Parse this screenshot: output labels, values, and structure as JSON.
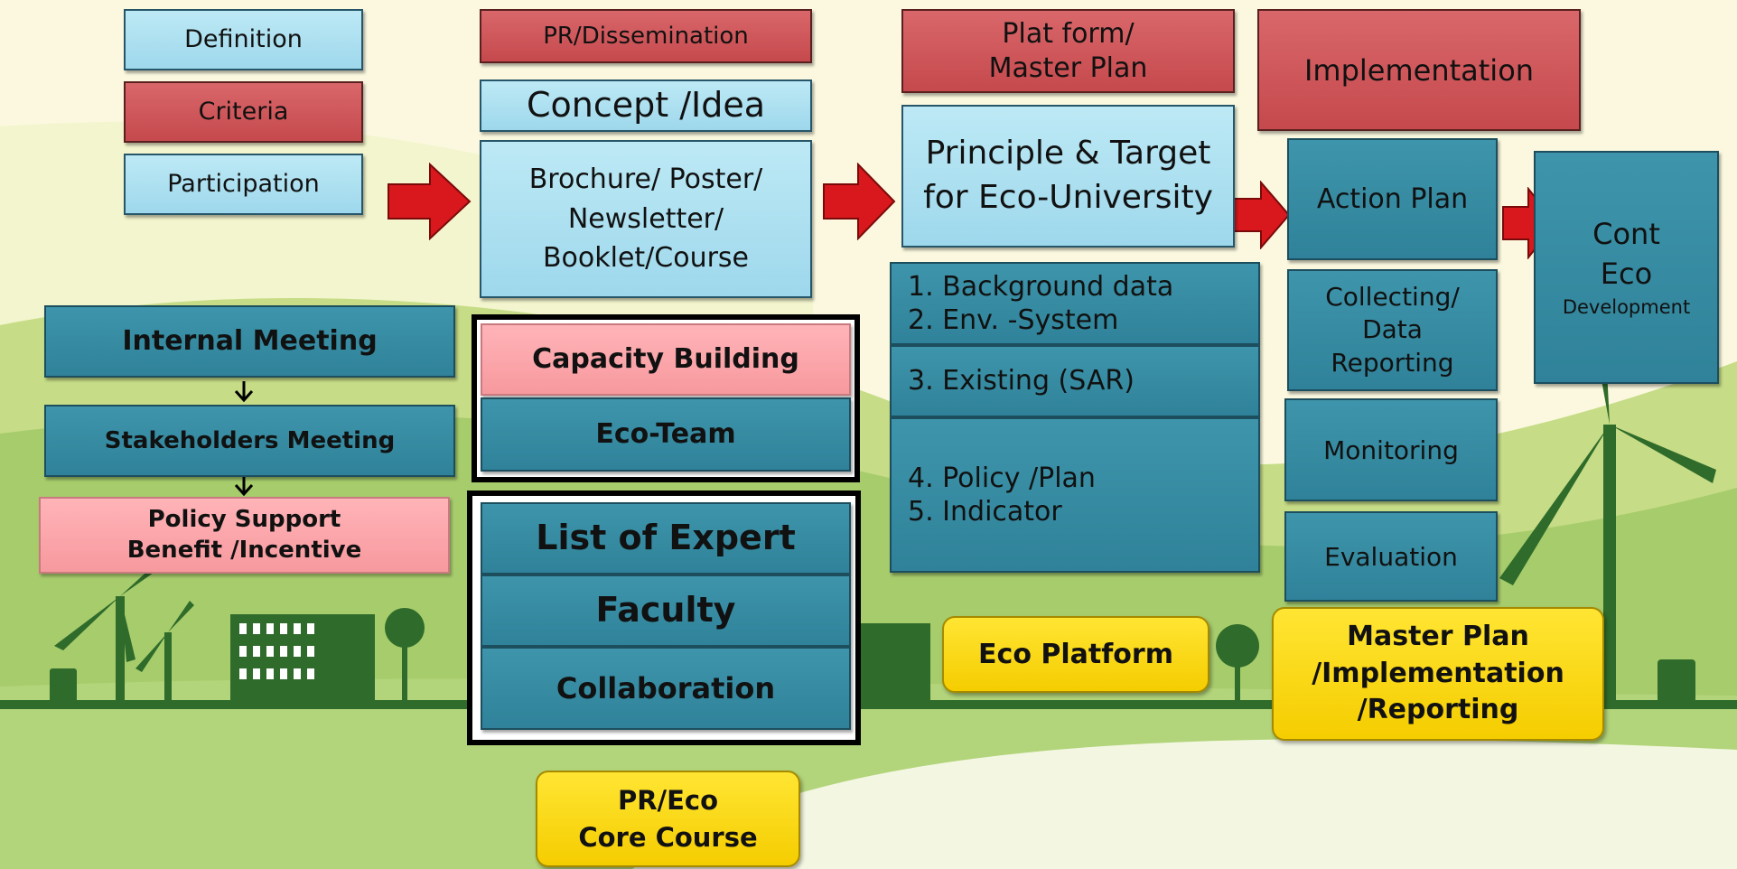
{
  "left": {
    "definition": "Definition",
    "criteria": "Criteria",
    "participation": "Participation",
    "internal_meeting": "Internal  Meeting",
    "stakeholders_meeting": "Stakeholders Meeting",
    "policy_support": "Policy Support\nBenefit /Incentive"
  },
  "pr": {
    "dissemination": "PR/Dissemination",
    "concept": "Concept /Idea",
    "brochure": "Brochure/ Poster/\nNewsletter/\nBooklet/Course",
    "capacity_building": "Capacity Building",
    "eco_team": "Eco-Team",
    "list_expert": "List of Expert",
    "faculty": "Faculty",
    "collaboration": "Collaboration",
    "core_course": "PR/Eco\nCore Course"
  },
  "platform": {
    "master_plan": "Plat form/\nMaster Plan",
    "principle": "Principle & Target\nfor Eco-University",
    "item_1_2": "1. Background data\n2. Env. -System",
    "item_3": "3. Existing (SAR)",
    "item_4_5": "4. Policy /Plan\n5. Indicator",
    "eco_platform": "Eco Platform"
  },
  "implementation": {
    "title": "Implementation",
    "action_plan": "Action Plan",
    "collecting": "Collecting/\nData\nReporting",
    "monitoring": "Monitoring",
    "evaluation": "Evaluation",
    "master_plan_impl": "Master Plan\n/Implementation\n/Reporting"
  },
  "continuous": {
    "line1": "Cont",
    "line2": "Eco",
    "line3": "Development"
  },
  "colors": {
    "light_blue": "#a8dff0",
    "red": "#cf5558",
    "teal": "#3589a0",
    "pink": "#fba5aa",
    "yellow": "#fcd816",
    "arrow_red": "#d8181c",
    "landscape_green": "#2f6b2a"
  }
}
